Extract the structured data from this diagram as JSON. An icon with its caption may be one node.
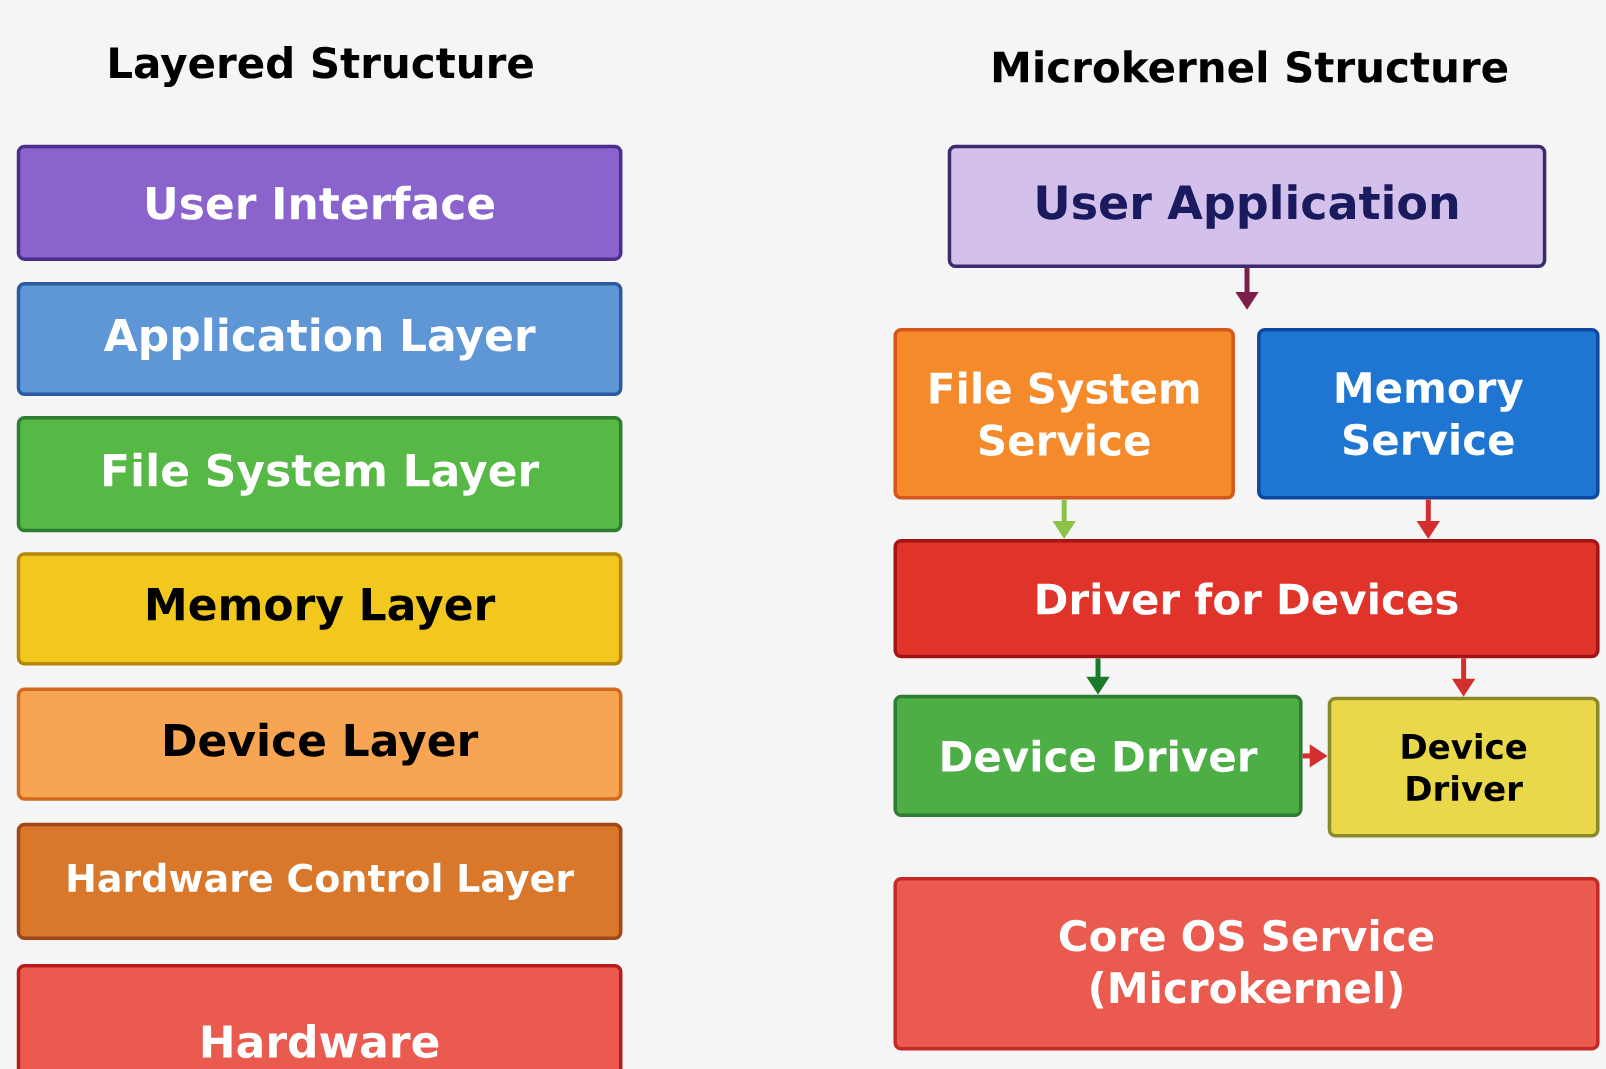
{
  "diagram": {
    "nodes": [
      {
        "text": [
          "User Interface"
        ]
      },
      {
        "text": [
          "Application Layer"
        ]
      },
      {
        "text": [
          "File System Layer"
        ]
      },
      {
        "text": [
          "Memory Layer"
        ]
      },
      {
        "text": [
          "Device Layer"
        ]
      },
      {
        "text": [
          "Hardware Control Layer"
        ]
      },
      {
        "text": [
          "Hardware"
        ]
      },
      {
        "text": [
          "User Application"
        ]
      },
      {
        "text": [
          "File System Service"
        ]
      },
      {
        "text": [
          "Memory Service"
        ]
      },
      {
        "text": [
          "Driver for Devices"
        ]
      },
      {
        "text": [
          "Device Driver"
        ]
      },
      {
        "text": [
          "Device Driver"
        ]
      },
      {
        "text": [
          "Core OS Service (Microkernel)"
        ]
      }
    ],
    "edges": [
      {
        "from": 7,
        "to": null,
        "arrow": "to",
        "color": "#7b1e4a"
      },
      {
        "from": 8,
        "to": 10,
        "arrow": "to",
        "color": "#8bc34a"
      },
      {
        "from": 9,
        "to": 10,
        "arrow": "to"
      },
      {
        "from": 10,
        "to": 11,
        "arrow": "to",
        "color": "#1b7a2a"
      },
      {
        "from": 10,
        "to": 12,
        "arrow": "to"
      },
      {
        "from": 11,
        "to": 12,
        "arrow": "to"
      }
    ],
    "labels": [
      "Layered Structure",
      "Microkernel Structure"
    ]
  }
}
